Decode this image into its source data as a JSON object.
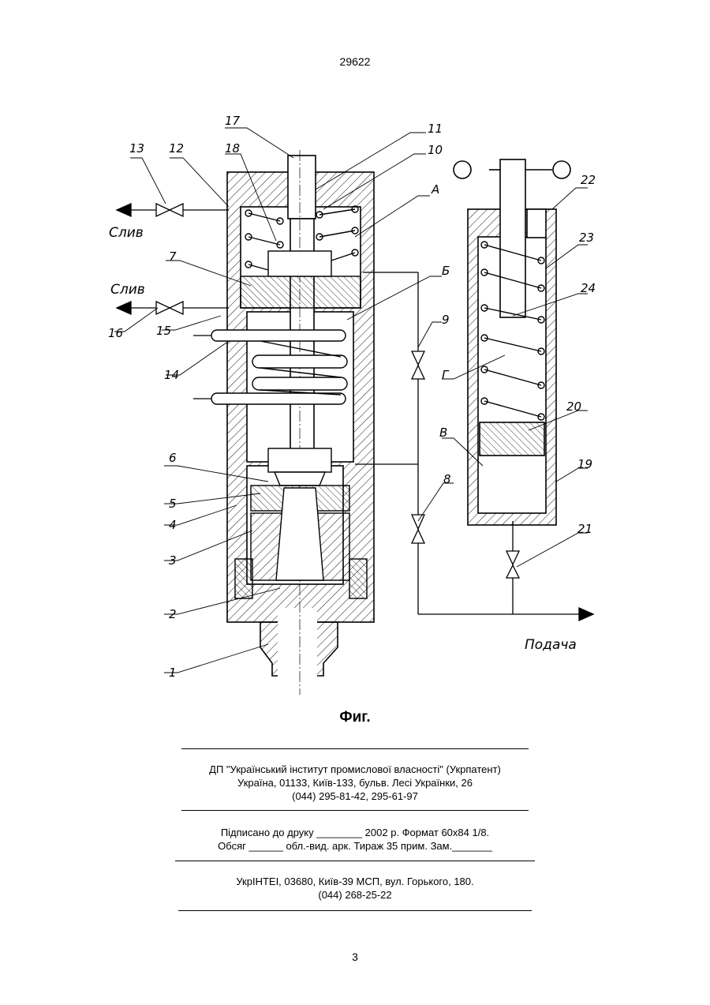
{
  "header": {
    "patent_number": "29622"
  },
  "figure": {
    "caption": "Фиг.",
    "labels": [
      "1",
      "2",
      "3",
      "4",
      "5",
      "6",
      "7",
      "8",
      "9",
      "10",
      "11",
      "12",
      "13",
      "14",
      "15",
      "16",
      "17",
      "18",
      "19",
      "20",
      "21",
      "22",
      "23",
      "24"
    ],
    "chamber_labels": [
      "А",
      "Б",
      "В",
      "Г"
    ],
    "drain_label": "Слив",
    "supply_label": "Подача"
  },
  "publisher": {
    "line1": "ДП \"Український інститут промислової власності\" (Укрпатент)",
    "line2": "Україна, 01133, Київ-133, бульв. Лесі Українки, 26",
    "line3": "(044) 295-81-42, 295-61-97"
  },
  "print_info": {
    "line1": "Підписано до друку ________ 2002 р.    Формат 60х84 1/8.",
    "line2": "Обсяг ______ обл.-вид. арк.   Тираж 35 прим.    Зам._______"
  },
  "printer": {
    "line1": "УкрІНТЕІ, 03680, Київ-39 МСП, вул. Горького, 180.",
    "line2": "(044) 268-25-22"
  },
  "footer": {
    "page_number": "3"
  }
}
